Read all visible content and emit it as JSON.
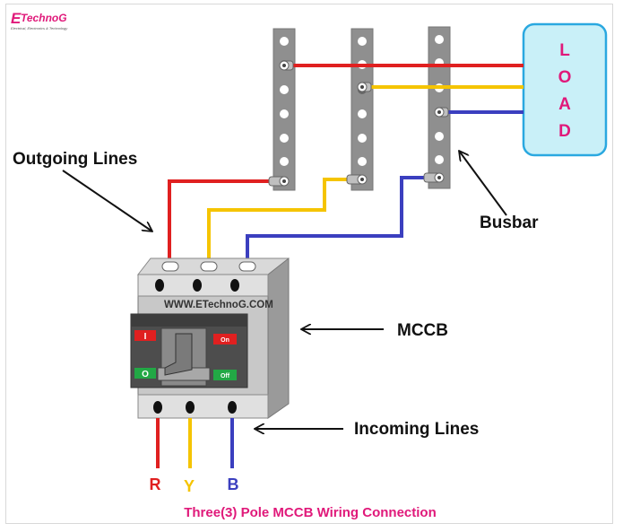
{
  "brand": {
    "logo_initial": "E",
    "logo_rest": "TechnoG",
    "tagline": "Electrical, Electronics & Technology"
  },
  "labels": {
    "outgoing": "Outgoing Lines",
    "busbar": "Busbar",
    "mccb": "MCCB",
    "incoming": "Incoming Lines",
    "load": [
      "L",
      "O",
      "A",
      "D"
    ],
    "watermark": "WWW.ETechnoG.COM",
    "caption": "Three(3) Pole MCCB Wiring Connection"
  },
  "phases": [
    {
      "label": "R",
      "color": "#e02020"
    },
    {
      "label": "Y",
      "color": "#f5c400"
    },
    {
      "label": "B",
      "color": "#3b3fbf"
    }
  ],
  "breaker": {
    "on_label": "I",
    "off_label": "O",
    "on_text": "On",
    "off_text": "Off"
  },
  "colors": {
    "caption": "#e0197a",
    "load_text": "#e0197a",
    "load_fill": "#c9f0f8",
    "load_border": "#2aa8e0",
    "busbar": "#8f8f8f",
    "red": "#e02020",
    "green": "#22a845"
  }
}
